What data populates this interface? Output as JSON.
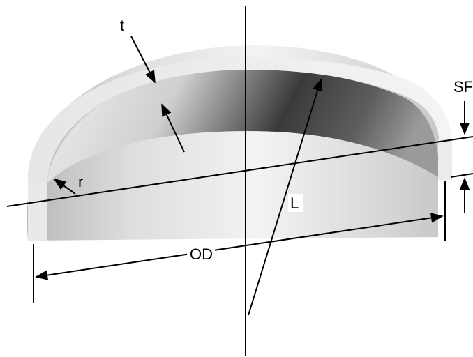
{
  "labels": {
    "thickness": "t",
    "knuckle_radius": "r",
    "length": "L",
    "outside_diameter": "OD",
    "straight_flange": "SF"
  },
  "colors": {
    "line": "#000000",
    "label_bg": "#ffffff"
  }
}
